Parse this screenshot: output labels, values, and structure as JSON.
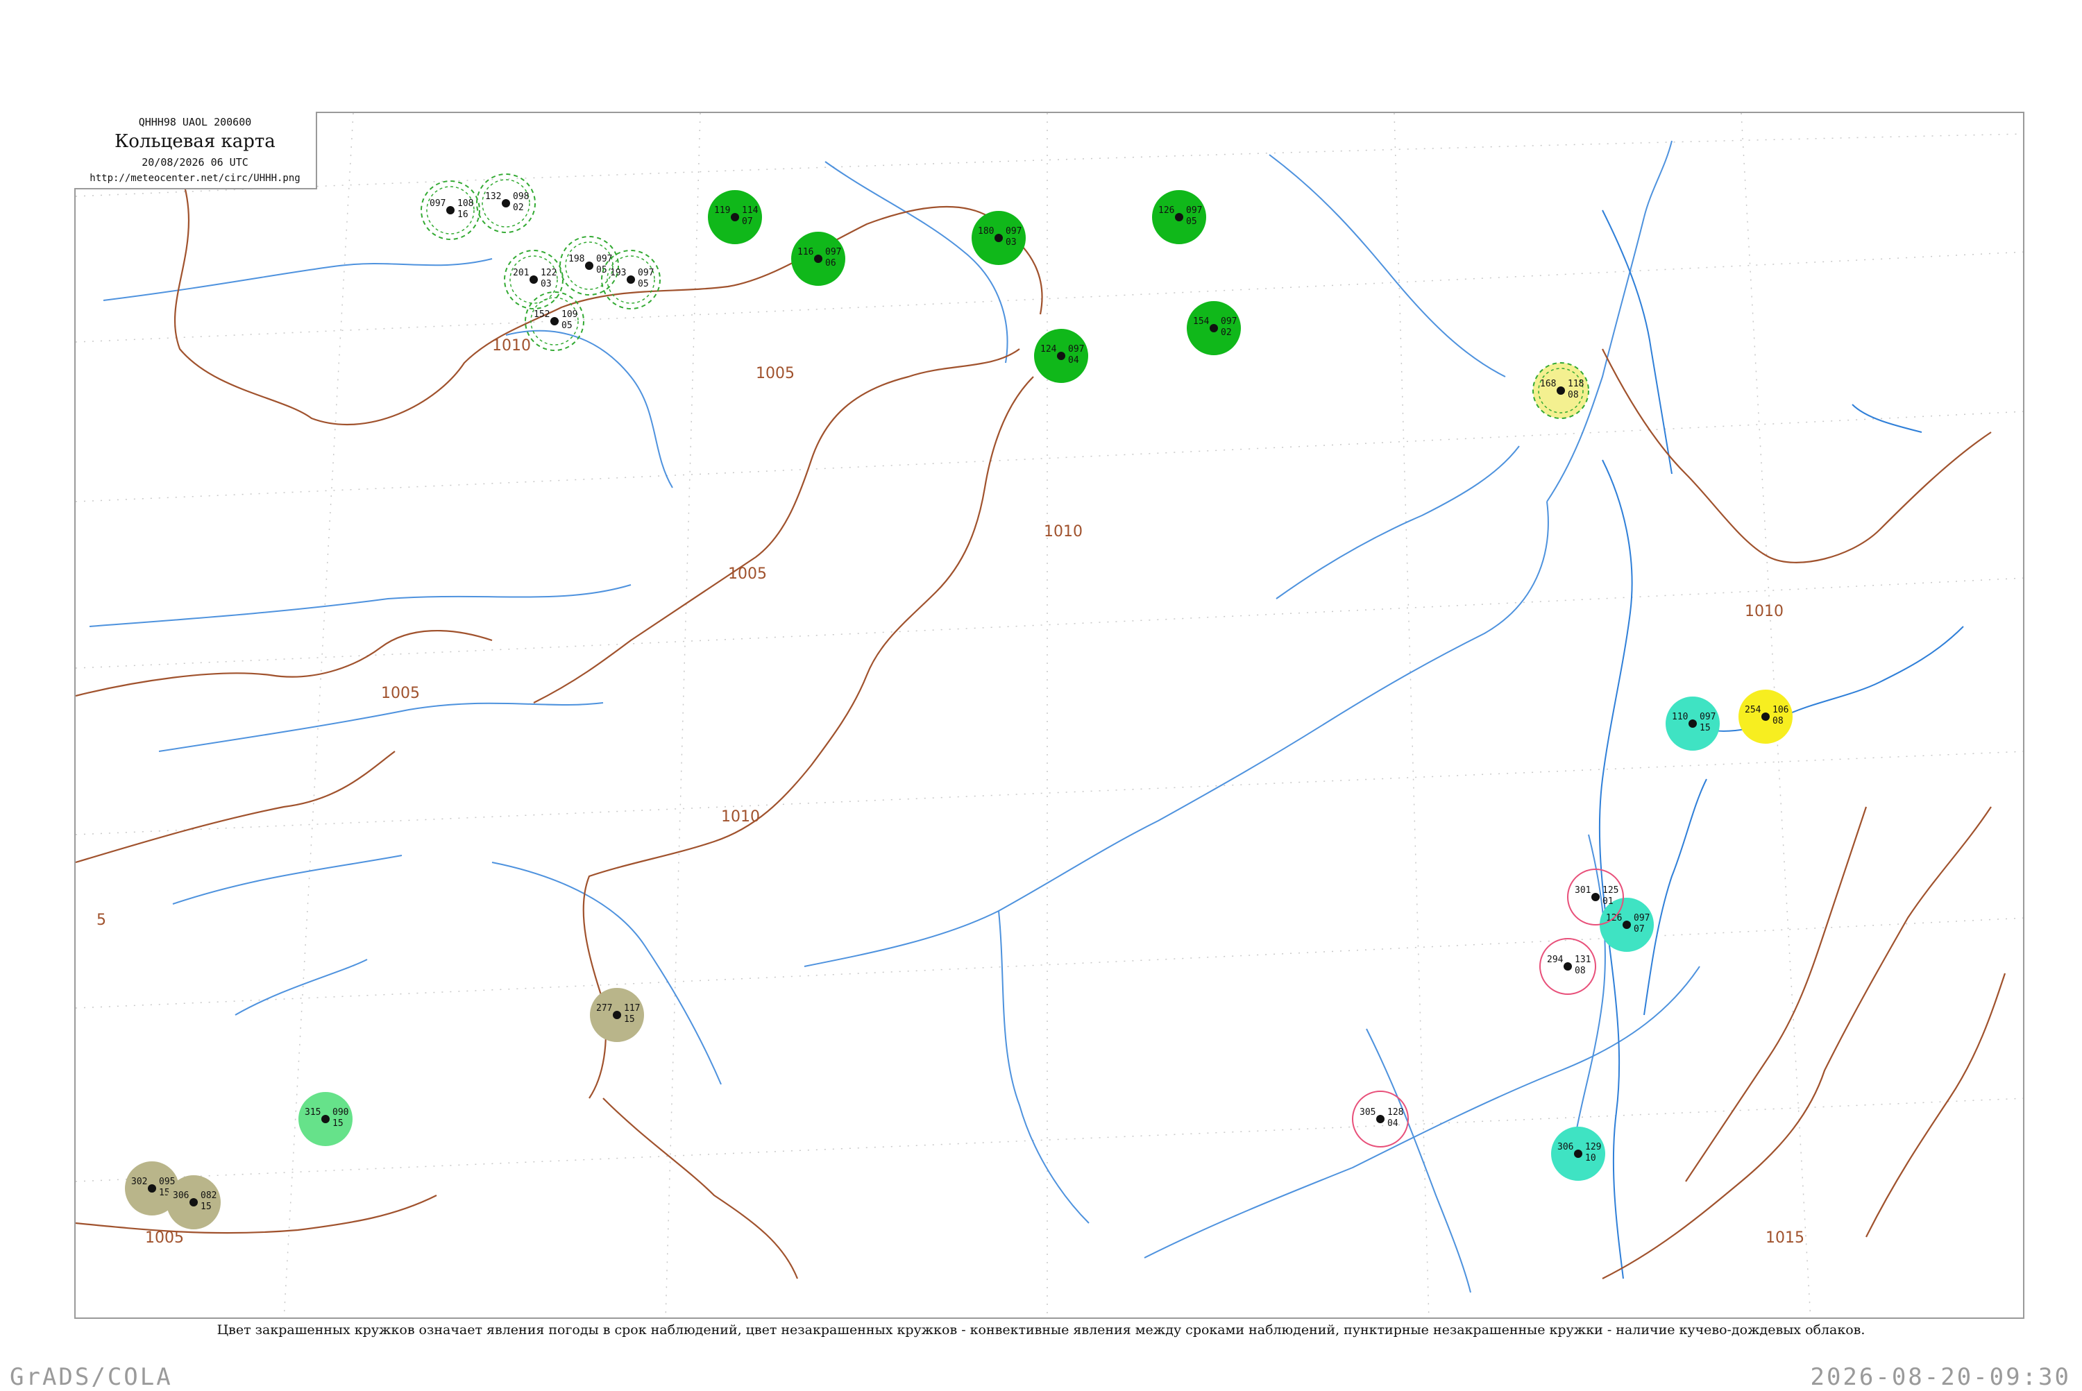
{
  "header": {
    "code": "QHHH98  UAOL  200600",
    "title": "Кольцевая карта",
    "date": "20/08/2026 06 UTC",
    "url": "http://meteocenter.net/circ/UHHH.png"
  },
  "caption": "Цвет закрашенных кружков означает явления погоды в срок наблюдений, цвет незакрашенных кружков - конвективные явления между сроками наблюдений, пунктирные незакрашенные кружки - наличие кучево-дождевых облаков.",
  "footer": {
    "left": "GrADS/COLA",
    "right": "2026-08-20-09:30"
  },
  "isobars": [
    {
      "value": "1010",
      "label": "1010"
    },
    {
      "value": "1005",
      "label": "1005"
    },
    {
      "value": "1005",
      "label": "1005"
    },
    {
      "value": "1005",
      "label": "1005"
    },
    {
      "value": "1010",
      "label": "1010"
    },
    {
      "value": "1010",
      "label": "1010"
    },
    {
      "value": "1010",
      "label": "1010"
    },
    {
      "value": "1015",
      "label": "1015"
    },
    {
      "value": "1005",
      "label": "1005"
    },
    {
      "value": "5",
      "label": "5"
    }
  ],
  "colors": {
    "isobar": "#a0522d",
    "river": "#2f7fd8",
    "rain_fill": "#10b81a",
    "drizzle_fill": "#66e28a",
    "haze_fill": "#b9b58a",
    "fog_fill": "#3fe3c3",
    "smoke_fill": "#f7ee20",
    "cb_dashed": "#33aa33",
    "thunder_ring": "#e8507a",
    "frame": "#9a9a9a"
  },
  "stations": [
    {
      "temp": "097",
      "pres": "108",
      "cloud": "16",
      "kind": "cb"
    },
    {
      "temp": "201",
      "pres": "122",
      "cloud": "03",
      "kind": "cb"
    },
    {
      "temp": "152",
      "pres": "109",
      "cloud": "05",
      "kind": "cb"
    },
    {
      "temp": "132",
      "pres": "098",
      "cloud": "02",
      "kind": "cb"
    },
    {
      "temp": "198",
      "pres": "097",
      "cloud": "05",
      "kind": "cb"
    },
    {
      "temp": "193",
      "pres": "097",
      "cloud": "05",
      "kind": "cb"
    },
    {
      "temp": "119",
      "pres": "114",
      "cloud": "07",
      "kind": "rain"
    },
    {
      "temp": "116",
      "pres": "097",
      "cloud": "06",
      "kind": "rain"
    },
    {
      "temp": "180",
      "pres": "097",
      "cloud": "03",
      "kind": "rain"
    },
    {
      "temp": "124",
      "pres": "097",
      "cloud": "04",
      "kind": "rain"
    },
    {
      "temp": "126",
      "pres": "097",
      "cloud": "05",
      "kind": "rain"
    },
    {
      "temp": "154",
      "pres": "097",
      "cloud": "02",
      "kind": "rain"
    },
    {
      "temp": "168",
      "pres": "118",
      "cloud": "08",
      "kind": "smoke-pale"
    },
    {
      "temp": "254",
      "pres": "106",
      "cloud": "08",
      "kind": "smoke"
    },
    {
      "temp": "110",
      "pres": "097",
      "cloud": "15",
      "kind": "fog"
    },
    {
      "temp": "126",
      "pres": "097",
      "cloud": "07",
      "kind": "fog"
    },
    {
      "temp": "306",
      "pres": "129",
      "cloud": "10",
      "kind": "fog"
    },
    {
      "temp": "277",
      "pres": "117",
      "cloud": "15",
      "kind": "haze"
    },
    {
      "temp": "302",
      "pres": "095",
      "cloud": "15",
      "kind": "haze"
    },
    {
      "temp": "306",
      "pres": "082",
      "cloud": "15",
      "kind": "haze"
    },
    {
      "temp": "315",
      "pres": "090",
      "cloud": "15",
      "kind": "drizzle"
    },
    {
      "temp": "294",
      "pres": "131",
      "cloud": "08",
      "kind": "thunder"
    },
    {
      "temp": "301",
      "pres": "125",
      "cloud": "01",
      "kind": "thunder"
    },
    {
      "temp": "305",
      "pres": "128",
      "cloud": "04",
      "kind": "thunder"
    }
  ]
}
